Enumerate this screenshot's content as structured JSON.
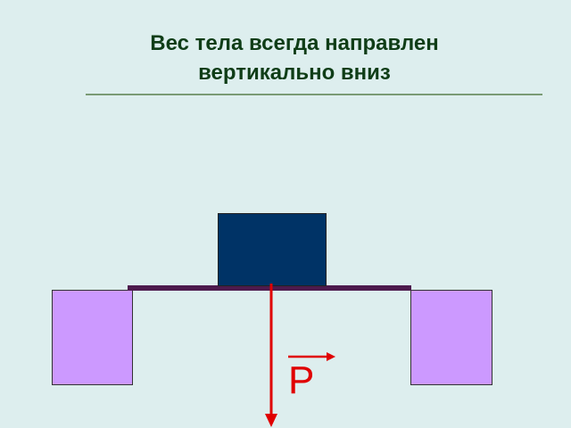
{
  "slide": {
    "title_line1": "Вес тела всегда направлен",
    "title_line2": "вертикально вниз"
  },
  "diagram": {
    "vector_label": "P",
    "colors": {
      "background": "#ddeeee",
      "title": "#0f3d17",
      "support": "#cc99ff",
      "board": "#4d1a4d",
      "block": "#003366",
      "force_arrow": "#e00000"
    }
  }
}
